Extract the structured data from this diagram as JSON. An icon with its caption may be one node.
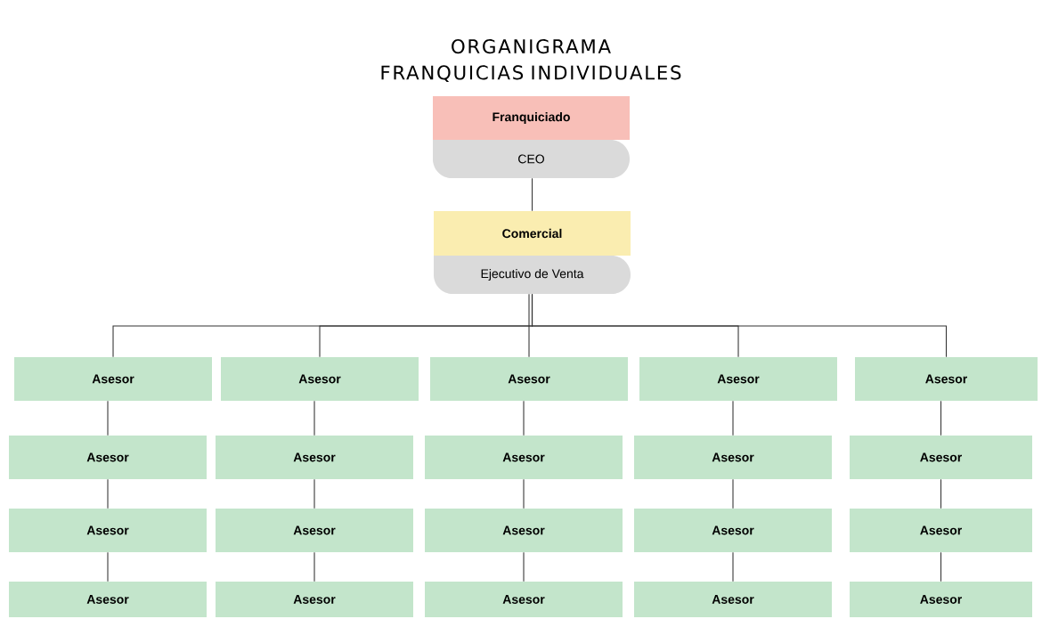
{
  "diagram": {
    "title": "ORGANIGRAMA FRANQUICIAS INDIVIDUALES",
    "nodes": [
      {
        "text": [
          "Franquiciado",
          "CEO"
        ]
      },
      {
        "text": [
          "Comercial",
          "Ejecutivo de Venta"
        ]
      },
      {
        "text": [
          "Asesor"
        ]
      },
      {
        "text": [
          "Asesor"
        ]
      },
      {
        "text": [
          "Asesor"
        ]
      },
      {
        "text": [
          "Asesor"
        ]
      },
      {
        "text": [
          "Asesor"
        ]
      },
      {
        "text": [
          "Asesor"
        ]
      },
      {
        "text": [
          "Asesor"
        ]
      },
      {
        "text": [
          "Asesor"
        ]
      },
      {
        "text": [
          "Asesor"
        ]
      },
      {
        "text": [
          "Asesor"
        ]
      },
      {
        "text": [
          "Asesor"
        ]
      },
      {
        "text": [
          "Asesor"
        ]
      },
      {
        "text": [
          "Asesor"
        ]
      },
      {
        "text": [
          "Asesor"
        ]
      },
      {
        "text": [
          "Asesor"
        ]
      },
      {
        "text": [
          "Asesor"
        ]
      },
      {
        "text": [
          "Asesor"
        ]
      },
      {
        "text": [
          "Asesor"
        ]
      },
      {
        "text": [
          "Asesor"
        ]
      },
      {
        "text": [
          "Asesor"
        ]
      }
    ],
    "edges": [
      {
        "from": 0,
        "to": 1,
        "arrow": "none"
      },
      {
        "from": 1,
        "to": 2,
        "arrow": "none"
      },
      {
        "from": 1,
        "to": 3,
        "arrow": "none"
      },
      {
        "from": 1,
        "to": 4,
        "arrow": "none"
      },
      {
        "from": 1,
        "to": 5,
        "arrow": "none"
      },
      {
        "from": 1,
        "to": 6,
        "arrow": "none"
      },
      {
        "from": 2,
        "to": 7,
        "arrow": "none"
      },
      {
        "from": 3,
        "to": 8,
        "arrow": "none"
      },
      {
        "from": 4,
        "to": 9,
        "arrow": "none"
      },
      {
        "from": 5,
        "to": 10,
        "arrow": "none"
      },
      {
        "from": 6,
        "to": 11,
        "arrow": "none"
      },
      {
        "from": 7,
        "to": 12,
        "arrow": "none"
      },
      {
        "from": 8,
        "to": 13,
        "arrow": "none"
      },
      {
        "from": 9,
        "to": 14,
        "arrow": "none"
      },
      {
        "from": 10,
        "to": 15,
        "arrow": "none"
      },
      {
        "from": 11,
        "to": 16,
        "arrow": "none"
      },
      {
        "from": 12,
        "to": 17,
        "arrow": "none"
      },
      {
        "from": 13,
        "to": 18,
        "arrow": "none"
      },
      {
        "from": 14,
        "to": 19,
        "arrow": "none"
      },
      {
        "from": 15,
        "to": 20,
        "arrow": "none"
      },
      {
        "from": 16,
        "to": 21,
        "arrow": "none"
      }
    ]
  }
}
